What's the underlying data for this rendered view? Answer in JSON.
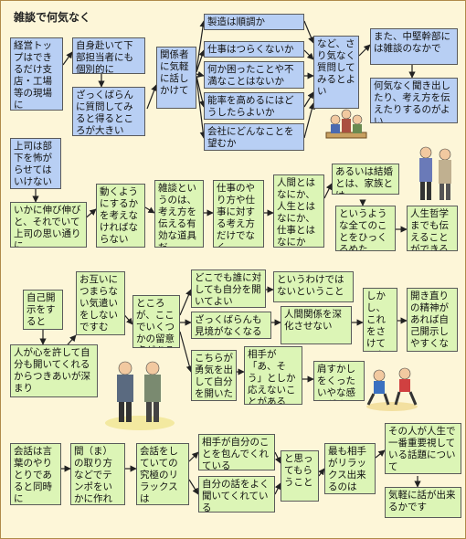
{
  "title": "雑談で何気なく",
  "colors": {
    "background": "#fdf6d8",
    "blue_box": "#b8cff4",
    "green_box": "#dcf5b6",
    "border": "#b08a4a"
  },
  "boxes": {
    "b1": "経営トップはできるだけ支店・工場等の現場に",
    "b2": "自身赴いて下部担当者にも個別的に",
    "b3": "ざっくばらんに質問してみると得るところが大きい",
    "b4": "関係者に気軽に話しかけて",
    "b5": "製造は順調か",
    "b6": "仕事はつらくないか",
    "b7": "何か困ったことや不満なことはないか",
    "b8": "能率を高めるにはどうしたらよいか",
    "b9": "会社にどんなことを望むか",
    "b10": "など、さり気なく質問してみるとよい",
    "b11": "また、中堅幹部には雑談のなかで",
    "b12": "何気なく聞き出したり、考え方を伝えたりするのがよい",
    "c1": "上司は部下を怖がらせてはいけない",
    "c2": "いかに伸び伸びと、それでいて上司の思い通りに",
    "c3": "動くようにするかを考えなければならない",
    "c4": "雑談というのは、考え方を伝える有効な道具だ",
    "c5": "仕事のやり方や仕事に対する考え方だけでなく",
    "c6": "人間とはなにか、人生とはなにか、仕事とはなにか",
    "c7": "あるいは結婚とは、家族とは",
    "c8": "というような全てのことをひっくるめた",
    "c9": "人生哲学までも伝えることができる",
    "d1": "自己開示をすると",
    "d2": "人が心を許して自分も開いてくれるからつきあいが深まり",
    "d3": "お互いにつまらない気遣いをしないですむ",
    "d4": "ところが、ここでいくつかの留意点がある",
    "d5": "どこでも誰に対しても自分を開いてよい",
    "d6": "というわけではないということ",
    "d7": "ざっくばらんも見境がなくなると",
    "d8": "人間関係を深化させない",
    "d9": "しかし、これをさけてはならない",
    "d10": "開き直りの精神があれば自己開示しやすくなる",
    "d11": "こちらが勇気を出して自分を開いたのに",
    "d12": "相手が「あ、そう」としか応えないことがある",
    "d13": "肩すかしをくったいやな感じがする",
    "e1": "会話は言葉のやりとりであると同時に",
    "e2": "間（ま）の取り方などでテンポをいかに作れるかが重要",
    "e3": "会話をしていての究極のリラックスは",
    "e4": "相手が自分のことを包んでくれている",
    "e5": "自分の話をよく聞いてくれている",
    "e6": "と思ってもらうこと",
    "e7": "最も相手がリラックス出来るのは",
    "e8": "その人が人生で一番重要視している話題について",
    "e9": "気軽に話が出来るかです"
  },
  "figures": {
    "f1": "meeting-figures-icon",
    "f2": "two-men-talking-icon",
    "f3": "handshake-figures-icon",
    "f4": "sitting-people-icon"
  }
}
